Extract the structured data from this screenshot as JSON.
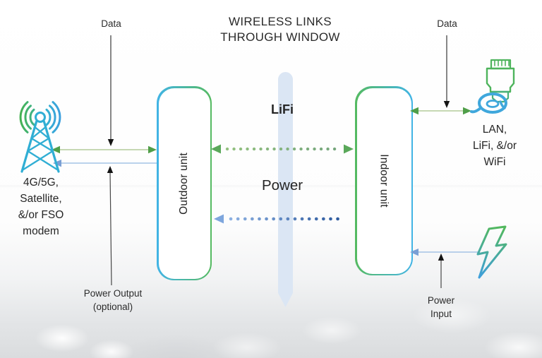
{
  "title": "WIRELESS LINKS\nTHROUGH WINDOW",
  "center": {
    "lifi_label": "LiFi",
    "power_label": "Power"
  },
  "units": {
    "outdoor_label": "Outdoor unit",
    "indoor_label": "Indoor unit"
  },
  "left": {
    "data_label": "Data",
    "modem_label": "4G/5G,\nSatellite,\n&/or FSO\nmodem",
    "power_output_label": "Power Output\n(optional)"
  },
  "right": {
    "data_label": "Data",
    "lan_label": "LAN,\nLiFi, &/or\nWiFi",
    "power_input_label": "Power\nInput"
  },
  "icons": {
    "left_device": "cell-tower-icon",
    "right_network": "ethernet-cable-icon",
    "right_power": "lightning-bolt-icon",
    "center_divider": "window-pane"
  },
  "colors": {
    "green": "#54b15a",
    "blue": "#4aa9dd",
    "teal": "#32b0d2",
    "pale_green_line": "#bed3a8",
    "pale_blue_line": "#b0cbe9",
    "dotted_green": "#84b377",
    "dotted_blue_start": "#8db1e2",
    "dotted_blue_end": "#2d5a9e",
    "window_blue": "#dbe6f4",
    "text": "#262626"
  }
}
